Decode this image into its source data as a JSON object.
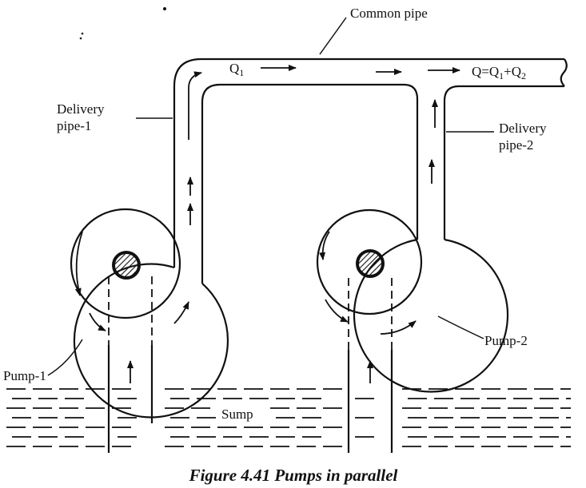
{
  "labels": {
    "common_pipe": "Common pipe",
    "q1": "Q",
    "q1_sub": "1",
    "q_total_prefix": "Q=Q",
    "q_total_sub1": "1",
    "q_total_mid": "+Q",
    "q_total_sub2": "2",
    "delivery_pipe_1_line1": "Delivery",
    "delivery_pipe_1_line2": "pipe-1",
    "delivery_pipe_2_line1": "Delivery",
    "delivery_pipe_2_line2": "pipe-2",
    "pump_1": "Pump-1",
    "pump_2": "Pump-2",
    "sump": "Sump"
  },
  "caption": "Figure 4.41 Pumps in parallel"
}
